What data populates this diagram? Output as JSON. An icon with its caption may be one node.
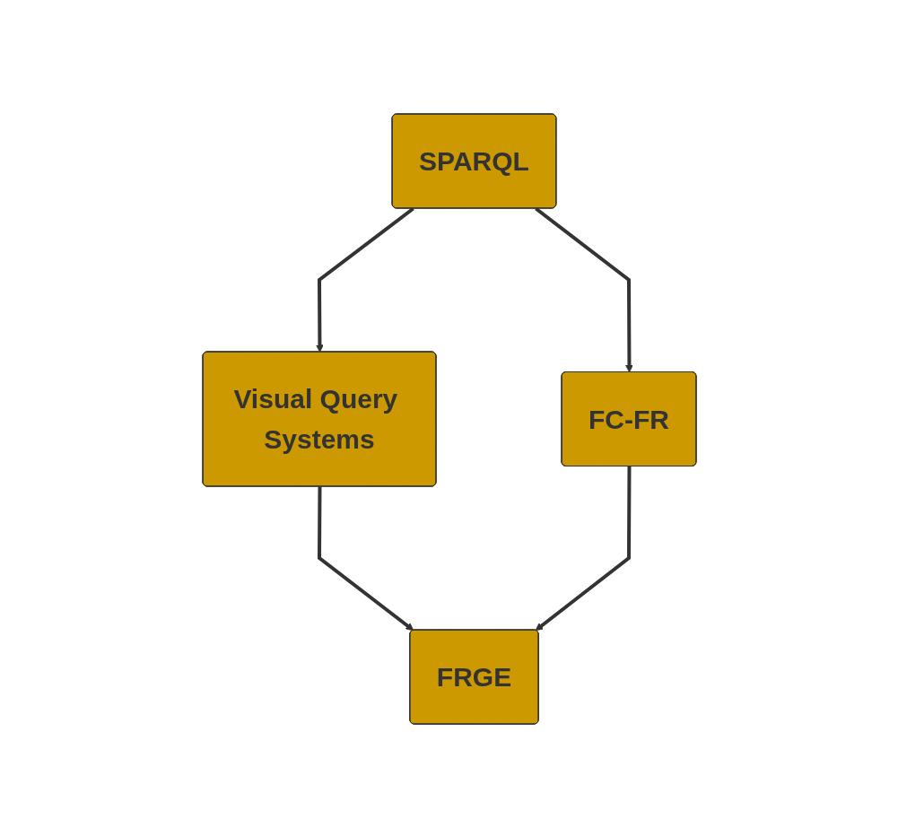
{
  "diagram": {
    "nodes": [
      {
        "text": [
          "SPARQL"
        ]
      },
      {
        "text": [
          "Visual Query Systems"
        ]
      },
      {
        "text": [
          "FC-FR"
        ]
      },
      {
        "text": [
          "FRGE"
        ]
      }
    ],
    "edges": [
      {
        "from": 0,
        "to": 1,
        "arrow": "to"
      },
      {
        "from": 0,
        "to": 2,
        "arrow": "to"
      },
      {
        "from": 1,
        "to": 3,
        "arrow": "to"
      },
      {
        "from": 2,
        "to": 3,
        "arrow": "to"
      }
    ]
  }
}
